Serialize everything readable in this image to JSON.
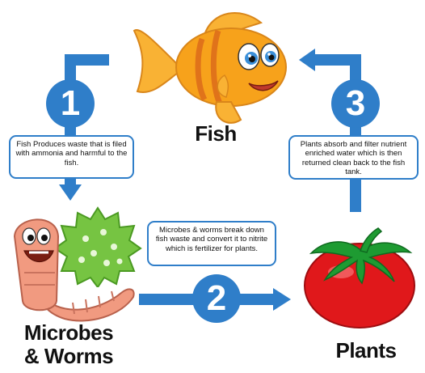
{
  "labels": {
    "fish": "Fish",
    "microbes_line1": "Microbes",
    "microbes_line2": "& Worms",
    "plants": "Plants"
  },
  "steps": [
    {
      "number": "1",
      "text": "Fish Produces waste that is filed with ammonia and harmful to the fish."
    },
    {
      "number": "2",
      "text": "Microbes & worms break down fish waste and convert it to nitrite which is fertilizer for plants."
    },
    {
      "number": "3",
      "text": "Plants absorb and filter nutrient enriched water which is then returned clean back to the fish tank."
    }
  ],
  "colors": {
    "arrow": "#2f7ec9",
    "fish": "#f7a21b",
    "tomato": "#e0181b",
    "leaves": "#1e9b32",
    "worm": "#f19a80",
    "microbe": "#76c442"
  }
}
